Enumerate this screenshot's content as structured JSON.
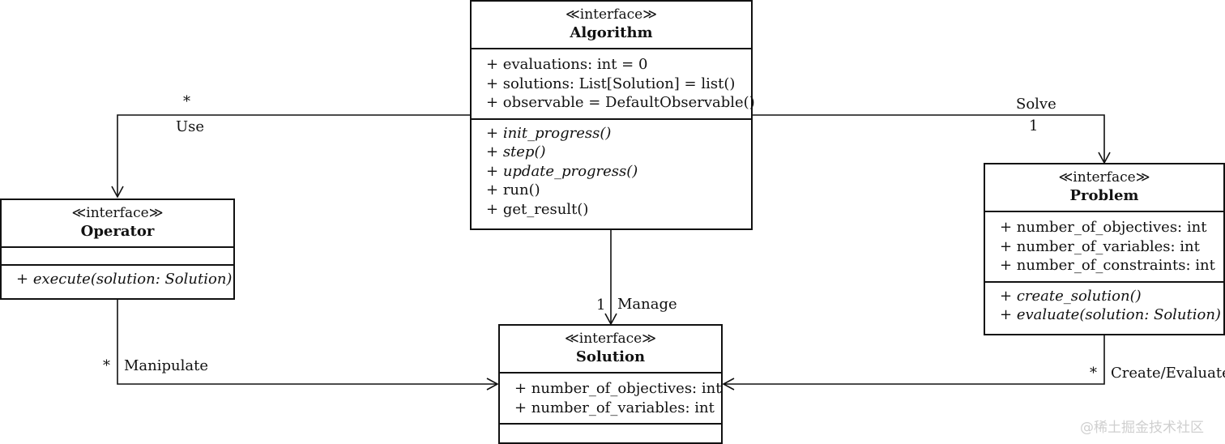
{
  "classes": {
    "algorithm": {
      "stereotype": "≪interface≫",
      "name": "Algorithm",
      "attributes": [
        "+ evaluations: int = 0",
        "+ solutions: List[Solution] = list()",
        "+ observable = DefaultObservable()"
      ],
      "methods": [
        {
          "text": "+ ",
          "name": "init_progress()",
          "italic": true
        },
        {
          "text": "+ ",
          "name": "step()",
          "italic": true
        },
        {
          "text": "+ ",
          "name": "update_progress()",
          "italic": true
        },
        {
          "text": "+ ",
          "name": "run()",
          "italic": false
        },
        {
          "text": "+ ",
          "name": "get_result()",
          "italic": false
        }
      ]
    },
    "operator": {
      "stereotype": "≪interface≫",
      "name": "Operator",
      "methods": [
        {
          "text": "+ ",
          "name": "execute(solution: Solution)",
          "italic": true
        }
      ]
    },
    "problem": {
      "stereotype": "≪interface≫",
      "name": "Problem",
      "attributes": [
        "+ number_of_objectives: int",
        "+ number_of_variables: int",
        "+ number_of_constraints: int"
      ],
      "methods": [
        {
          "text": "+ ",
          "name": "create_solution()",
          "italic": true
        },
        {
          "text": "+ ",
          "name": "evaluate(solution: Solution)",
          "italic": true
        }
      ]
    },
    "solution": {
      "stereotype": "≪interface≫",
      "name": "Solution",
      "attributes": [
        "+ number_of_objectives: int",
        "+ number_of_variables: int"
      ]
    }
  },
  "relations": {
    "use": {
      "label": "Use",
      "multiplicity": "*"
    },
    "solve": {
      "label": "Solve",
      "multiplicity": "1"
    },
    "manage": {
      "label": "Manage",
      "multiplicity": "1"
    },
    "manipulate": {
      "label": "Manipulate",
      "multiplicity": "*"
    },
    "create_evaluate": {
      "label": "Create/Evaluate",
      "multiplicity": "*"
    }
  },
  "watermark": "@稀土掘金技术社区"
}
